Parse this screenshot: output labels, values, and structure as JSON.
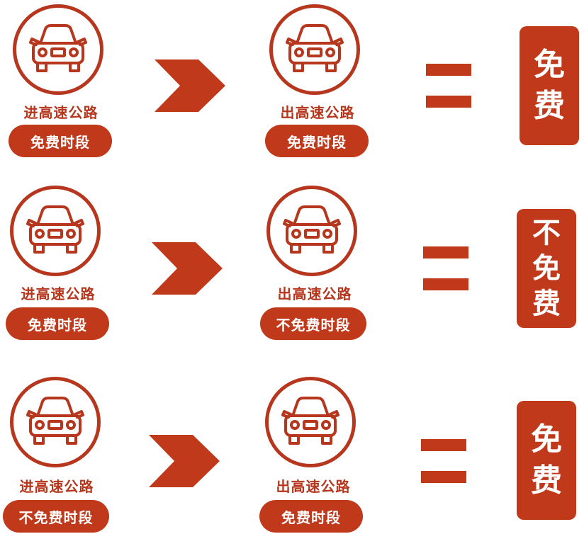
{
  "colors": {
    "accent": "#c0391b",
    "outline": "#b6371e",
    "text_on_accent": "#ffffff"
  },
  "icons": {
    "car": "car-front-icon",
    "arrow": "chevron-right-icon",
    "equals": "equals-icon"
  },
  "rows": [
    {
      "enter_label": "进高速公路",
      "enter_period": "免费时段",
      "exit_label": "出高速公路",
      "exit_period": "免费时段",
      "result_chars": [
        "免",
        "费"
      ]
    },
    {
      "enter_label": "进高速公路",
      "enter_period": "免费时段",
      "exit_label": "出高速公路",
      "exit_period": "不免费时段",
      "result_chars": [
        "不",
        "免",
        "费"
      ]
    },
    {
      "enter_label": "进高速公路",
      "enter_period": "不免费时段",
      "exit_label": "出高速公路",
      "exit_period": "免费时段",
      "result_chars": [
        "免",
        "费"
      ]
    }
  ]
}
